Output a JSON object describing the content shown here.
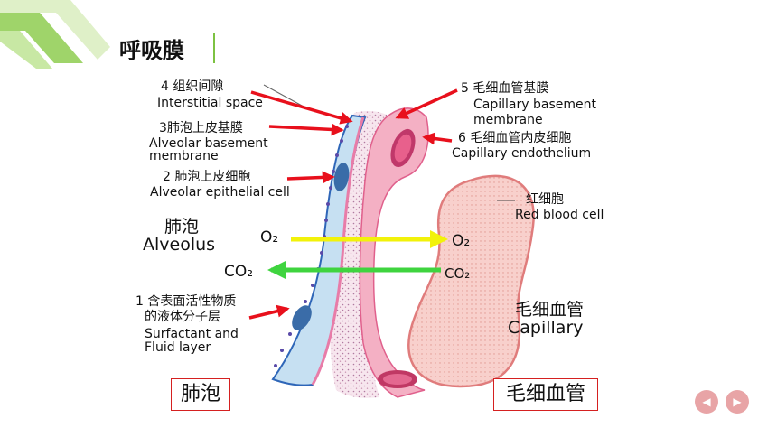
{
  "slide": {
    "title": "呼吸膜"
  },
  "labels": {
    "interstitial_cn": "4 组织间隙",
    "interstitial_en": "Interstitial space",
    "alv_basement_cn": "3肺泡上皮基膜",
    "alv_basement_en1": "Alveolar basement",
    "alv_basement_en2": "membrane",
    "alv_epi_cn": "2  肺泡上皮细胞",
    "alv_epi_en": "Alveolar epithelial cell",
    "cap_basement_cn": "5 毛细血管基膜",
    "cap_basement_en1": "Capillary basement",
    "cap_basement_en2": "membrane",
    "cap_endo_cn": "6 毛细血管内皮细胞",
    "cap_endo_en": "Capillary endothelium",
    "rbc_cn": "红细胞",
    "rbc_en": "Red blood cell",
    "alveolus_cn": "肺泡",
    "alveolus_en": "Alveolus",
    "o2_left": "O₂",
    "o2_right": "O₂",
    "co2_left": "CO₂",
    "co2_right": "CO₂",
    "surfactant_cn1": "1  含表面活性物质",
    "surfactant_cn2": "的液体分子层",
    "surfactant_en1": "Surfactant and",
    "surfactant_en2": "Fluid layer",
    "capillary_cn": "毛细血管",
    "capillary_en": "Capillary"
  },
  "boxes": {
    "left": "肺泡",
    "right": "毛细血管"
  },
  "nav": {
    "prev_icon": "triangle-left-icon",
    "next_icon": "triangle-right-icon"
  },
  "colors": {
    "accent_green": "#7dc242",
    "arrow_red": "#e8101c",
    "o2_arrow": "#f2f20a",
    "co2_arrow": "#3fd43f",
    "membrane_pink": "#f0a0b4",
    "epithelium_blue": "#c6e0f2",
    "rbc_fill": "#f6c6c4"
  }
}
